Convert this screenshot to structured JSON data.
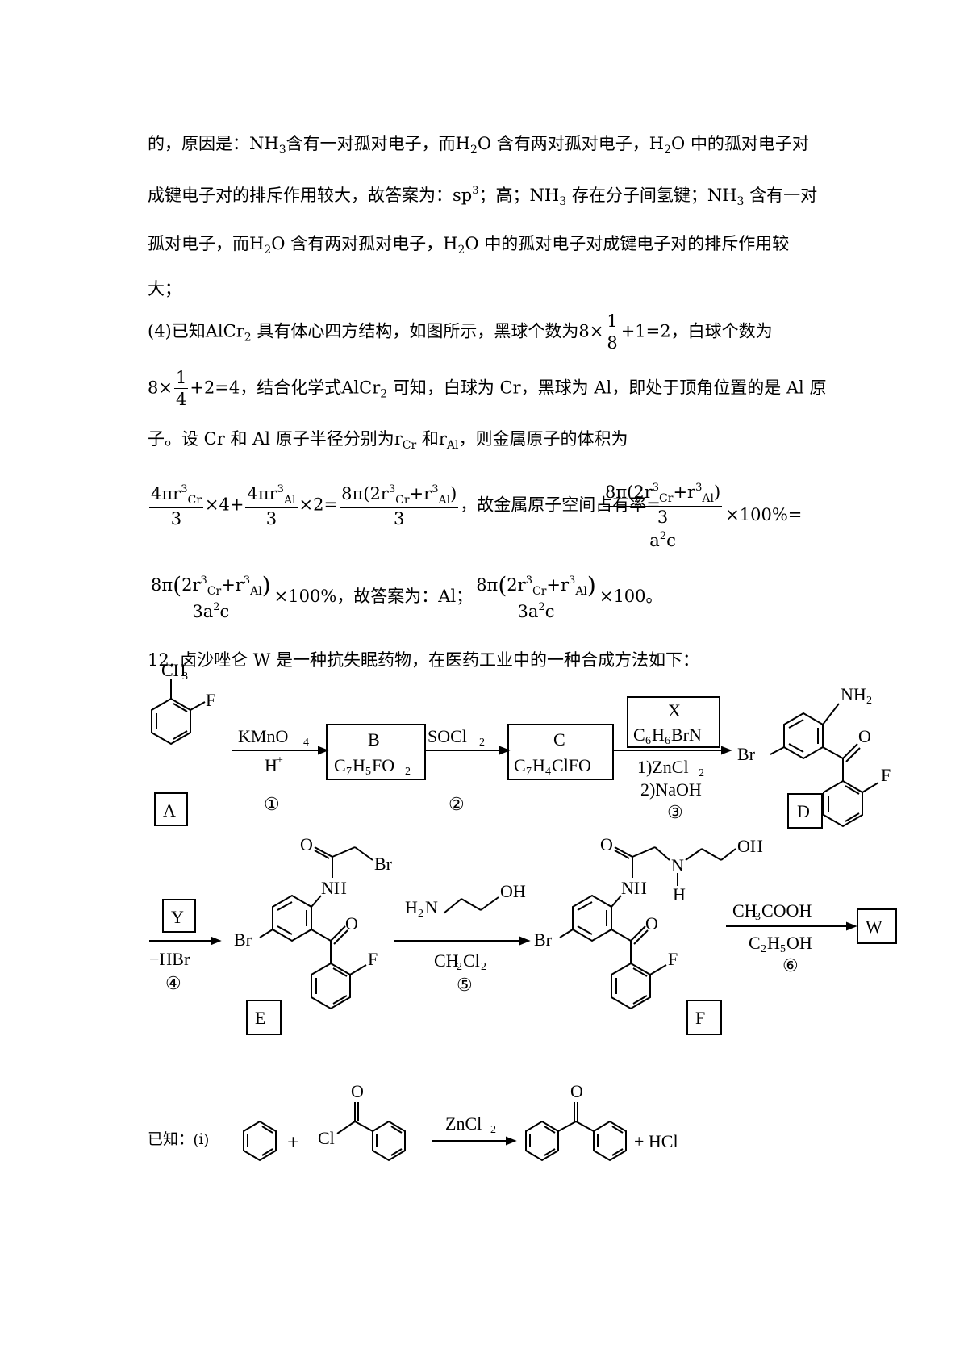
{
  "p1": {
    "a": "的，原因是：",
    "nh3": "NH",
    "three": "3",
    "b": "含有一对孤对电子，而",
    "h": "H",
    "two": "2",
    "o": "O",
    "c": "含有两对孤对电子，",
    "d": "中的孤对电子对"
  },
  "p2": {
    "a": "成键电子对的排斥作用较大，故答案为：",
    "sp": "sp",
    "three": "3",
    "b": "；高；",
    "c": "存在分子间氢键；",
    "d": "含有一对"
  },
  "p3": {
    "a": "孤对电子，而",
    "b": "含有两对孤对电子，",
    "c": "中的孤对电子对成键电子对的排斥作用较"
  },
  "p4": {
    "a": "大；"
  },
  "p5": {
    "a": "(4)已知",
    "alcr": "AlCr",
    "b": "具有体心四方结构，如图所示，黑球个数为",
    "eight_times": "8×",
    "one": "1",
    "eight": "8",
    "plus1": "+1=2",
    "c": "，白球个数为"
  },
  "p6": {
    "eight_times": "8×",
    "one": "1",
    "four": "4",
    "plus2": "+2=4",
    "a": "，结合化学式",
    "b": "可知，白球为 Cr，黑球为 Al，即处于顶角位置的是 Al 原"
  },
  "p7": {
    "a": "子。设 Cr 和 Al 原子半径分别为",
    "r": "r",
    "cr": "Cr",
    "and": "和",
    "al": "Al",
    "b": "，则金属原子的体积为"
  },
  "f1": {
    "fourpi": "4πr",
    "three": "3",
    "times4": "×4+",
    "times2": "×2=",
    "eightpi": "8π(2r",
    "plusr": "+r",
    "close": ")",
    "text": "，故金属原子空间占有率=",
    "a2c": "a",
    "c": "c",
    "times100pct": "×100%="
  },
  "f2": {
    "eightpi": "8π",
    "lp": "(",
    "tworcr": "2r",
    "plusr": "+r",
    "rp": ")",
    "threea": "3a",
    "c": "c",
    "times100pct": "×100%",
    "text": "，故答案为：Al；",
    "times100": "×100",
    "end": "。"
  },
  "q12": {
    "text": "12. 卤沙唑仑 W 是一种抗失眠药物，在医药工业中的一种合成方法如下："
  },
  "scheme": {
    "ch3": "CH",
    "three": "3",
    "f": "F",
    "br": "Br",
    "nh2": "NH",
    "two": "2",
    "o": "O",
    "nh": "NH",
    "n": "N",
    "h": "H",
    "oh": "OH",
    "kmno4": "KMnO",
    "four": "4",
    "hplus": "H",
    "plus": "+",
    "socl": "SOCl",
    "b": "B",
    "c7h5fo": "C",
    "seven": "7",
    "h5": "H",
    "five": "5",
    "fo": "FO",
    "c": "C",
    "c7h4clfo_h": "H",
    "c7h4clfo_rest": "ClFO",
    "x": "X",
    "c6": "C",
    "six": "6",
    "h6": "H",
    "brn": "BrN",
    "zncl": "1)ZnCl",
    "naoh": "2)NaOH",
    "y": "Y",
    "minushbr": "−HBr",
    "h2n": "H",
    "ch2cl": "CH",
    "cl": "Cl",
    "ch3cooh": "CH",
    "cooh": "COOH",
    "c2h5oh": "C",
    "h5oh": "H",
    "oh5": "OH",
    "labels": {
      "A": "A",
      "D": "D",
      "E": "E",
      "F": "F",
      "W": "W"
    },
    "steps": [
      "①",
      "②",
      "③",
      "④",
      "⑤",
      "⑥"
    ]
  },
  "known": {
    "prefix": "已知：(ⅰ)",
    "plus": "+",
    "cl": "Cl",
    "o": "O",
    "zncl": "ZnCl",
    "two": "2",
    "hcl": "+ HCl"
  }
}
